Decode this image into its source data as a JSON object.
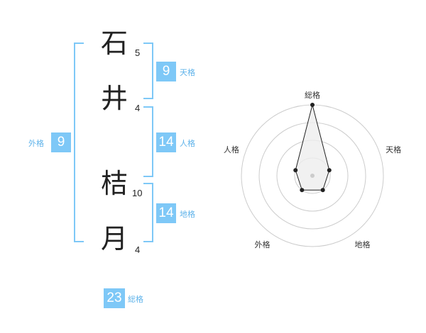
{
  "name": {
    "surname": [
      {
        "char": "石",
        "strokes": "5"
      },
      {
        "char": "井",
        "strokes": "4"
      }
    ],
    "given": [
      {
        "char": "桔",
        "strokes": "10"
      },
      {
        "char": "月",
        "strokes": "4"
      }
    ]
  },
  "fortune": {
    "tenkaku": {
      "label": "天格",
      "value": "9"
    },
    "jinkaku": {
      "label": "人格",
      "value": "14"
    },
    "chikaku": {
      "label": "地格",
      "value": "14"
    },
    "gaikaku": {
      "label": "外格",
      "value": "9"
    },
    "soukaku": {
      "label": "総格",
      "value": "23"
    }
  },
  "radar": {
    "axes": [
      "総格",
      "天格",
      "地格",
      "外格",
      "人格"
    ],
    "levels": 4,
    "values": [
      4,
      1,
      1,
      1,
      1
    ],
    "max": 4,
    "colors": {
      "ring": "#cccccc",
      "fill": "#eeeeee",
      "line": "#222222",
      "center": "#cccccc"
    }
  },
  "colors": {
    "accent": "#7ec8f7"
  }
}
